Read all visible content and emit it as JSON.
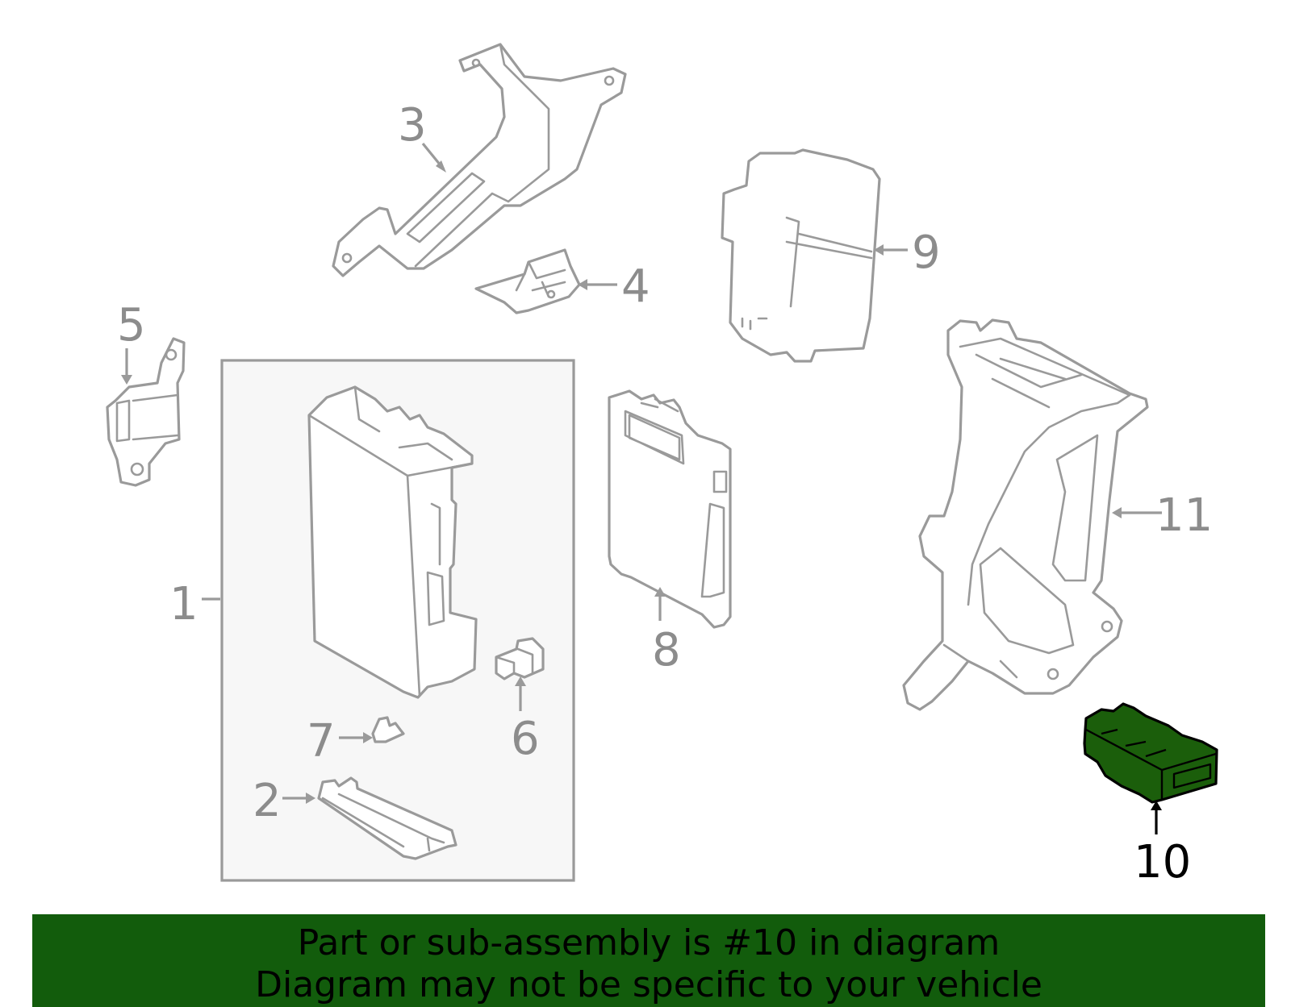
{
  "diagram": {
    "callouts": {
      "c1": "1",
      "c2": "2",
      "c3": "3",
      "c4": "4",
      "c5": "5",
      "c6": "6",
      "c7": "7",
      "c8": "8",
      "c9": "9",
      "c10": "10",
      "c11": "11"
    },
    "highlighted_part": "10",
    "colors": {
      "line": "#9a9a9a",
      "highlight_fill": "#1b5e0b",
      "banner": "#125c0c",
      "subassembly_box": "#f7f7f7"
    }
  },
  "banner": {
    "line1": "Part or sub-assembly is #10 in diagram",
    "line2": "Diagram may not be specific to your vehicle"
  }
}
